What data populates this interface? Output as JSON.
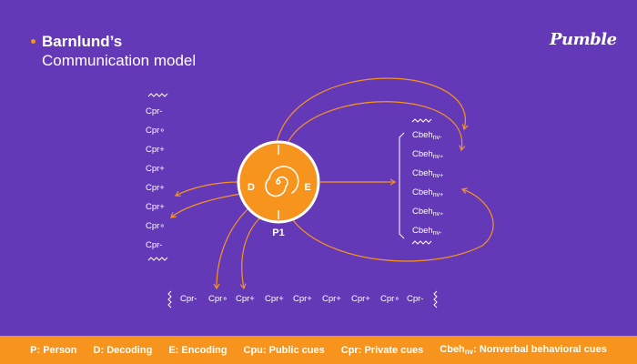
{
  "title": {
    "line1": "Barnlund’s",
    "line2": "Communication model"
  },
  "logo": "Pumble",
  "colors": {
    "background": "#6439b8",
    "accent": "#f7941d",
    "text": "#ffffff"
  },
  "person": {
    "label": "P1",
    "decoding": "D",
    "encoding": "E"
  },
  "private_cues_left": [
    "Cpr-",
    "Cpr∘",
    "Cpr+",
    "Cpr+",
    "Cpr+",
    "Cpr+",
    "Cpr∘",
    "Cpr-"
  ],
  "behavioral_cues_right": [
    {
      "base": "Cbeh",
      "sub": "nv-"
    },
    {
      "base": "Cbeh",
      "sub": "nv∘"
    },
    {
      "base": "Cbeh",
      "sub": "nv+"
    },
    {
      "base": "Cbeh",
      "sub": "nv+"
    },
    {
      "base": "Cbeh",
      "sub": "nv∘"
    },
    {
      "base": "Cbeh",
      "sub": "nv-"
    }
  ],
  "private_cues_bottom": [
    "Cpr-",
    "Cpr∘",
    "Cpr+",
    "Cpr+",
    "Cpr+",
    "Cpr+",
    "Cpr+",
    "Cpr∘",
    "Cpr-"
  ],
  "legend": [
    {
      "key": "P",
      "text": "Person"
    },
    {
      "key": "D",
      "text": "Decoding"
    },
    {
      "key": "E",
      "text": "Encoding"
    },
    {
      "key": "Cpu",
      "text": "Public cues"
    },
    {
      "key": "Cpr",
      "text": "Private cues"
    },
    {
      "key": "Cbeh",
      "key_sub": "nv",
      "text": "Nonverbal behavioral cues"
    }
  ]
}
